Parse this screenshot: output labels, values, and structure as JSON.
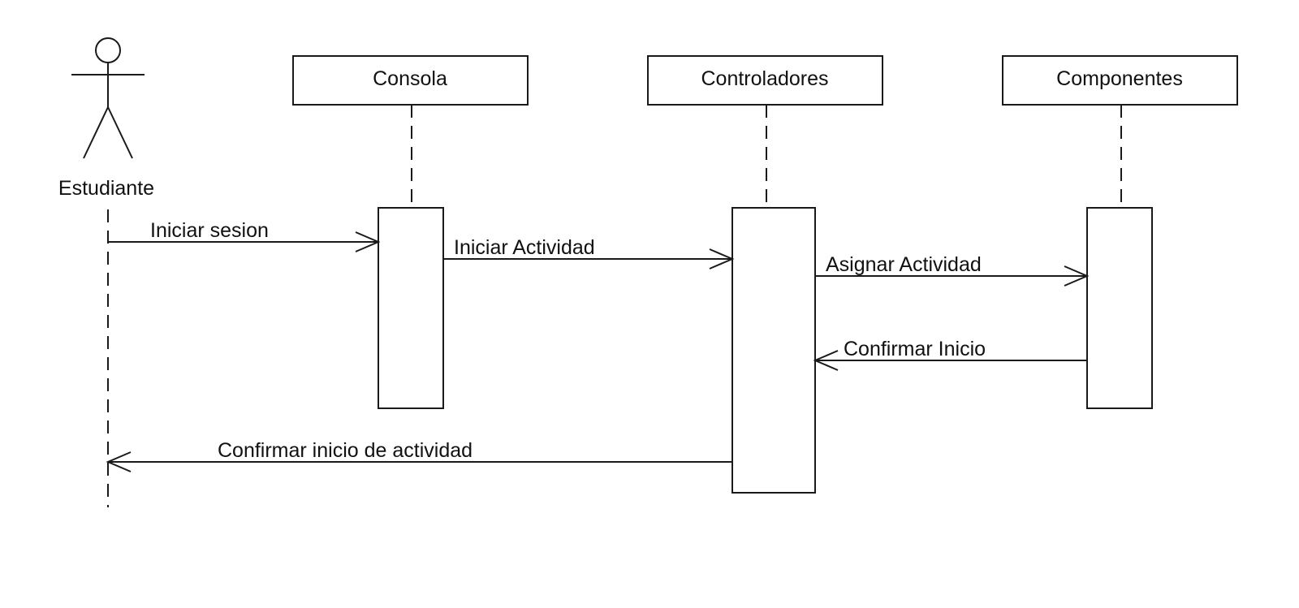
{
  "diagram": {
    "type": "sequence",
    "actor": {
      "name": "Estudiante"
    },
    "participants": [
      {
        "id": "consola",
        "name": "Consola"
      },
      {
        "id": "controladores",
        "name": "Controladores"
      },
      {
        "id": "componentes",
        "name": "Componentes"
      }
    ],
    "messages": [
      {
        "label": "Iniciar sesion",
        "from": "Estudiante",
        "to": "Consola",
        "kind": "call"
      },
      {
        "label": "Iniciar Actividad",
        "from": "Consola",
        "to": "Controladores",
        "kind": "call"
      },
      {
        "label": "Asignar Actividad",
        "from": "Controladores",
        "to": "Componentes",
        "kind": "call"
      },
      {
        "label": "Confirmar Inicio",
        "from": "Componentes",
        "to": "Controladores",
        "kind": "reply"
      },
      {
        "label": "Confirmar inicio de actividad",
        "from": "Controladores",
        "to": "Estudiante",
        "kind": "reply"
      }
    ]
  }
}
